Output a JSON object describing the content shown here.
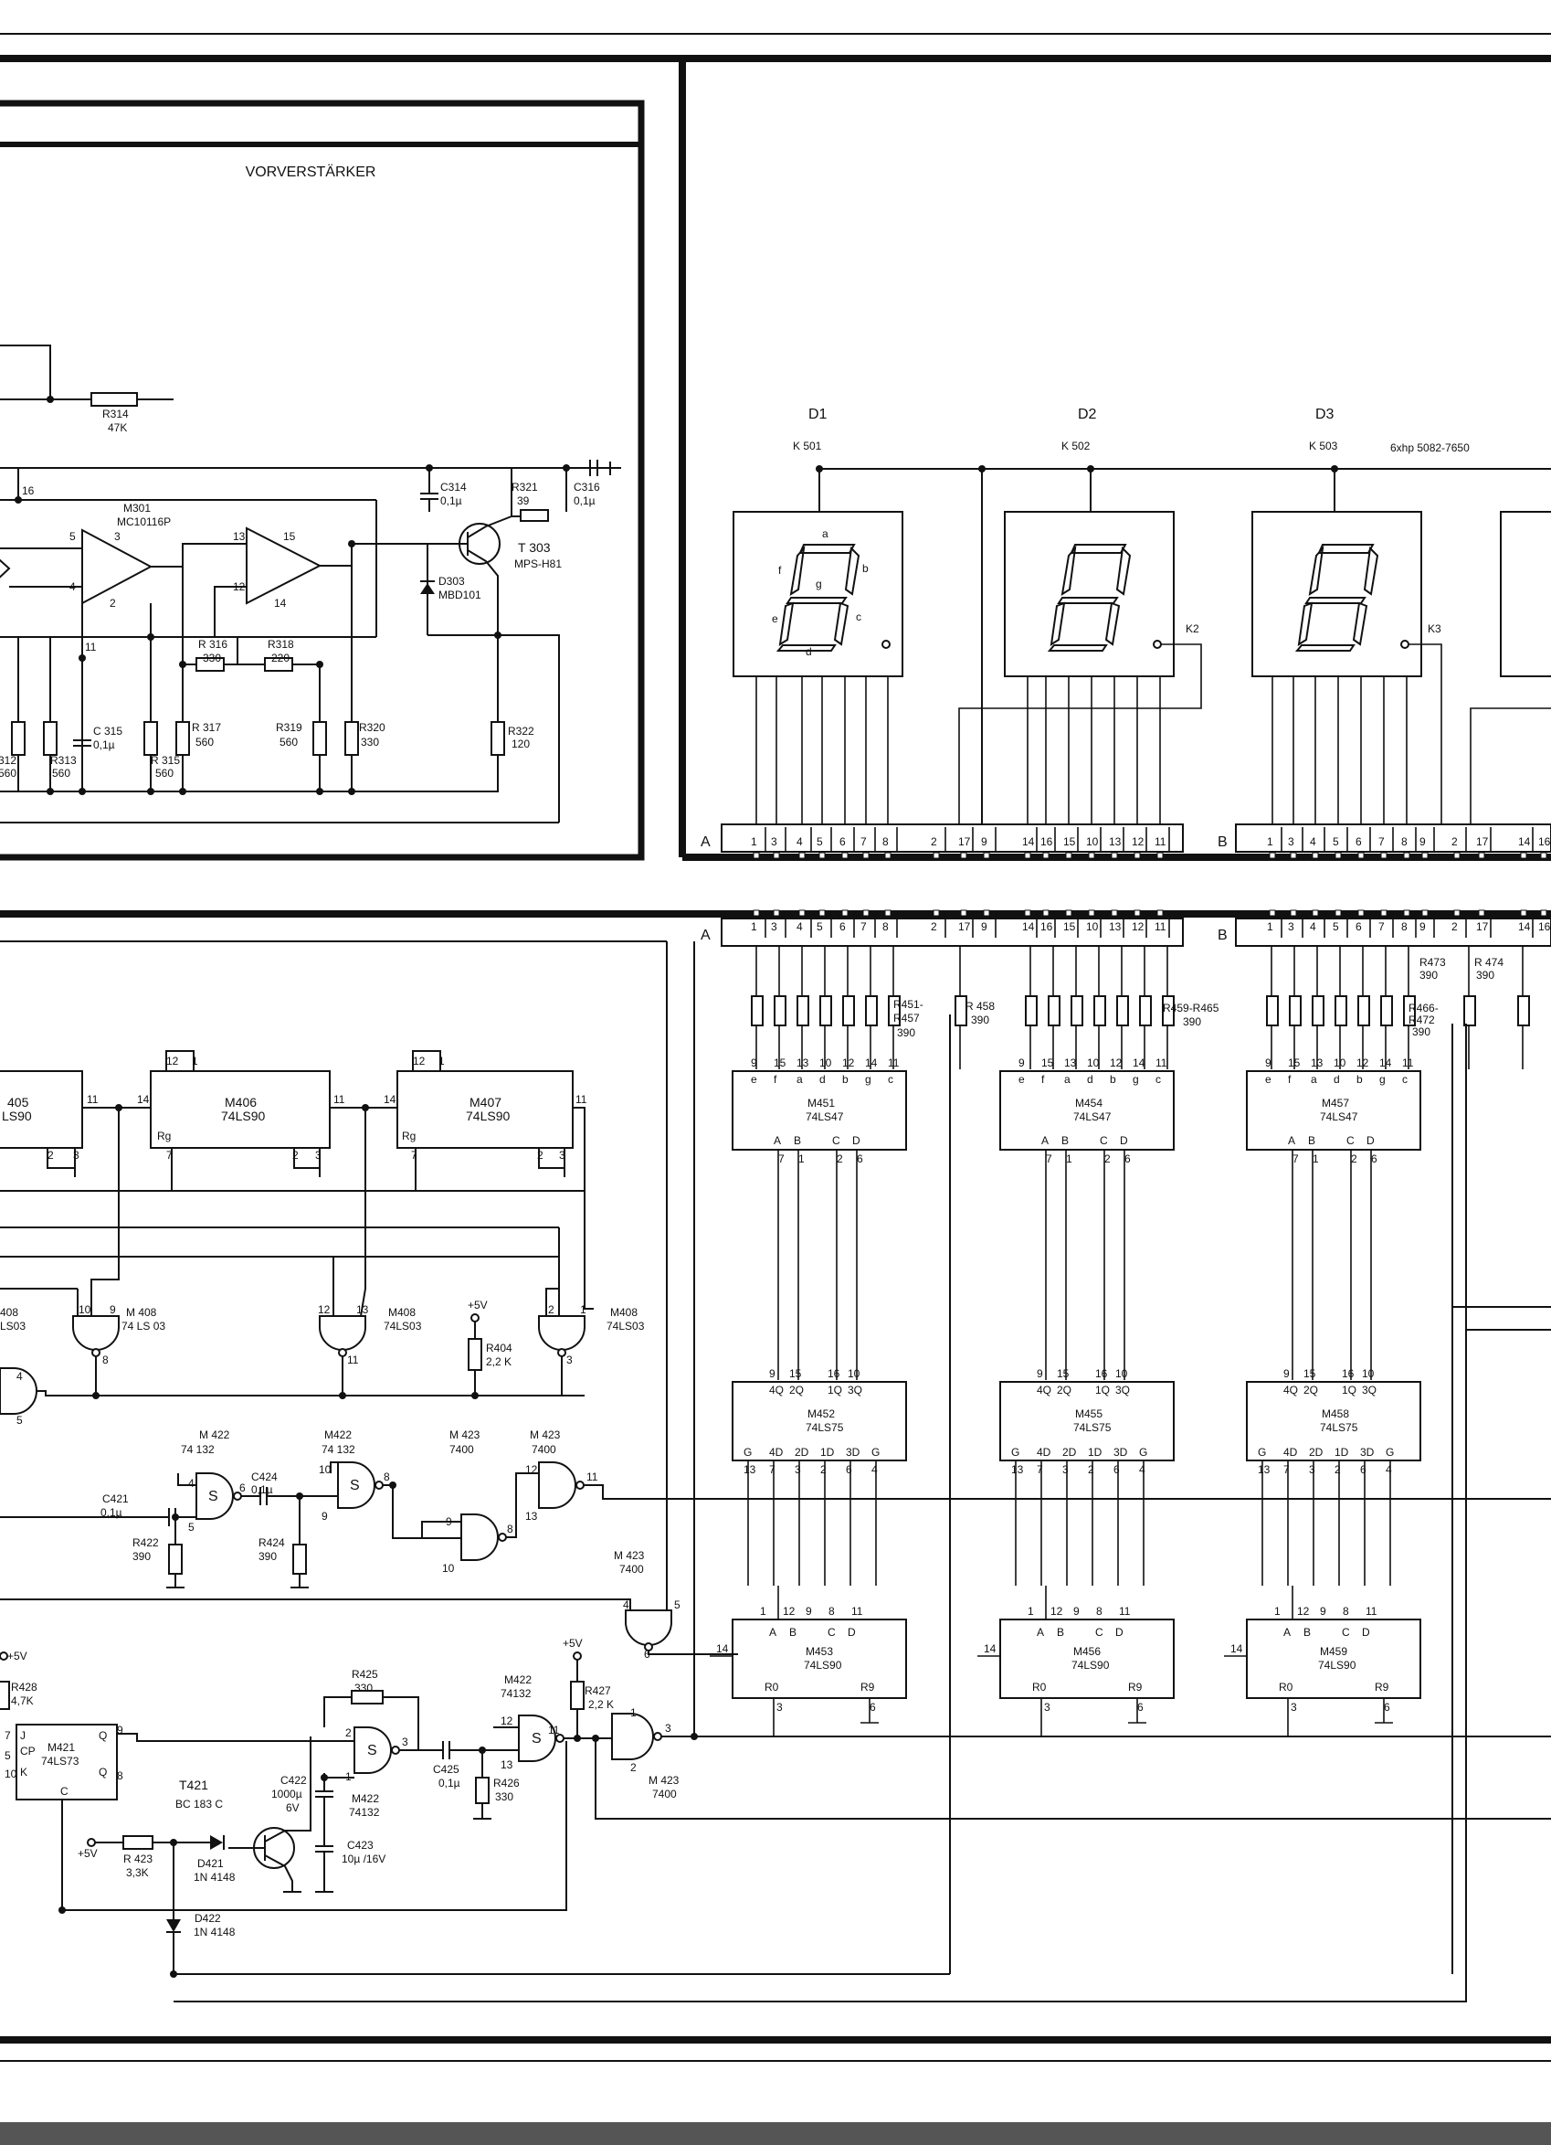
{
  "preamp": {
    "title": "VORVERSTÄRKER",
    "r314": {
      "ref": "R314",
      "val": "47K"
    },
    "m301": {
      "ref": "M301",
      "type": "MC10116P"
    },
    "c314": {
      "ref": "C314",
      "val": "0,1µ"
    },
    "r321": {
      "ref": "R321",
      "val": "39"
    },
    "c316": {
      "ref": "C316",
      "val": "0,1µ"
    },
    "t303": {
      "ref": "T 303",
      "type": "MPS-H81"
    },
    "d303": {
      "ref": "D303",
      "type": "MBD101"
    },
    "r316": {
      "ref": "R 316",
      "val": "330"
    },
    "r318": {
      "ref": "R318",
      "val": "220"
    },
    "c315": {
      "ref": "C 315",
      "val": "0,1µ"
    },
    "r317": {
      "ref": "R 317",
      "val": "560"
    },
    "r319": {
      "ref": "R319",
      "val": "560"
    },
    "r320": {
      "ref": "R320",
      "val": "330"
    },
    "r322": {
      "ref": "R322",
      "val": "120"
    },
    "r313": {
      "ref": "R313",
      "val": "560"
    },
    "r315": {
      "ref": "R 315",
      "val": "560"
    },
    "r312": {
      "ref": "312",
      "val": "560"
    }
  },
  "display": {
    "digits": [
      {
        "label": "D1",
        "conn": "K 501"
      },
      {
        "label": "D2",
        "conn": "K 502"
      },
      {
        "label": "D3",
        "conn": "K 503"
      }
    ],
    "part_note": "6xhp 5082-7650",
    "k2": "K2",
    "k3": "K3",
    "seg_letters": {
      "a": "a",
      "b": "b",
      "c": "c",
      "d": "d",
      "e": "e",
      "f": "f",
      "g": "g"
    }
  },
  "connector": {
    "a_label": "A",
    "b_label": "B",
    "a_pins": [
      "1",
      "3",
      "4",
      "5",
      "6",
      "7",
      "8",
      "2",
      "17",
      "9",
      "14",
      "16",
      "15",
      "10",
      "13",
      "12",
      "11"
    ],
    "b_pins": [
      "1",
      "3",
      "4",
      "5",
      "6",
      "7",
      "8",
      "9",
      "2",
      "17",
      "14",
      "16"
    ]
  },
  "resistors": {
    "r451": {
      "ref": "R451-",
      "ref2": "R457",
      "val": "390"
    },
    "r458": {
      "ref": "R 458",
      "val": "390"
    },
    "r459": {
      "ref": "R459-R465",
      "val": "390"
    },
    "r466": {
      "ref": "R466-",
      "ref2": "R472",
      "val": "390"
    },
    "r473": {
      "ref": "R473",
      "val": "390"
    },
    "r474": {
      "ref": "R 474",
      "val": "390"
    }
  },
  "decoders": [
    {
      "ref": "M451",
      "type": "74LS47"
    },
    {
      "ref": "M454",
      "type": "74LS47"
    },
    {
      "ref": "M457",
      "type": "74LS47"
    }
  ],
  "decoder_pins": {
    "top": [
      "9",
      "15",
      "13",
      "10",
      "12",
      "14",
      "11"
    ],
    "letters": [
      "e",
      "f",
      "a",
      "d",
      "b",
      "g",
      "c"
    ],
    "in": [
      "A",
      "B",
      "C",
      "D"
    ],
    "in_nums": [
      "7",
      "1",
      "2",
      "6"
    ]
  },
  "latches": [
    {
      "ref": "M452",
      "type": "74LS75"
    },
    {
      "ref": "M455",
      "type": "74LS75"
    },
    {
      "ref": "M458",
      "type": "74LS75"
    }
  ],
  "latch_pins": {
    "top_nums": [
      "9",
      "15",
      "16",
      "10"
    ],
    "top": [
      "4Q",
      "2Q",
      "1Q",
      "3Q"
    ],
    "bot": [
      "G",
      "4D",
      "2D",
      "1D",
      "3D",
      "G"
    ],
    "bot_nums": [
      "13",
      "7",
      "3",
      "2",
      "6",
      "4"
    ]
  },
  "counters": [
    {
      "ref": "M453",
      "type": "74LS90"
    },
    {
      "ref": "M456",
      "type": "74LS90"
    },
    {
      "ref": "M459",
      "type": "74LS90"
    }
  ],
  "counter_pins": {
    "top_nums": [
      "1",
      "12",
      "9",
      "8",
      "11"
    ],
    "top": [
      "A",
      "B",
      "C",
      "D"
    ],
    "r0": "R0",
    "r9": "R9",
    "clk": "14",
    "n3": "3",
    "n6": "6"
  },
  "dividers": [
    {
      "ref": "405",
      "type": "LS90"
    },
    {
      "ref": "M406",
      "type": "74LS90"
    },
    {
      "ref": "M407",
      "type": "74LS90"
    }
  ],
  "div_pins": {
    "rg": "Rg",
    "n11": "11",
    "n14": "14",
    "n12": "12",
    "n1": "1",
    "n7": "7",
    "n2": "2",
    "n3": "3"
  },
  "gates": {
    "m408a": {
      "ref": "408",
      "type": "LS03"
    },
    "m408b": {
      "ref": "M 408",
      "type": "74 LS 03"
    },
    "m408c": {
      "ref": "M408",
      "type": "74LS03"
    },
    "m408d": {
      "ref": "M408",
      "type": "74LS03"
    },
    "r404": {
      "ref": "R404",
      "val": "2,2 K"
    },
    "plus5v": "+5V",
    "m422a": {
      "ref": "M 422",
      "type": "74 132"
    },
    "m422b": {
      "ref": "M422",
      "type": "74 132"
    },
    "m423a": {
      "ref": "M 423",
      "type": "7400"
    },
    "m423b": {
      "ref": "M 423",
      "type": "7400"
    },
    "m423c": {
      "ref": "M 423",
      "type": "7400"
    },
    "c421": {
      "ref": "C421",
      "val": "0,1µ"
    },
    "r422": {
      "ref": "R422",
      "val": "390"
    },
    "c424": {
      "ref": "C424",
      "val": "0,1µ"
    },
    "r424": {
      "ref": "R424",
      "val": "390"
    },
    "s": "S"
  },
  "timer": {
    "r428": {
      "ref": "R428",
      "val": "4,7K"
    },
    "m421": {
      "ref": "M421",
      "type": "74LS73"
    },
    "t421": {
      "ref": "T421",
      "type": "BC 183 C"
    },
    "r425": {
      "ref": "R425",
      "val": "330"
    },
    "m422c": {
      "ref": "M422",
      "type": "74132"
    },
    "m422d": {
      "ref": "M422",
      "type": "74132"
    },
    "c422": {
      "ref": "C422",
      "val": "1000µ",
      "v": "6V"
    },
    "c423": {
      "ref": "C423",
      "val": "10µ /16V"
    },
    "c425": {
      "ref": "C425",
      "val": "0,1µ"
    },
    "r426": {
      "ref": "R426",
      "val": "330"
    },
    "r427": {
      "ref": "R427",
      "val": "2,2 K"
    },
    "m423d": {
      "ref": "M 423",
      "type": "7400"
    },
    "r423": {
      "ref": "R 423",
      "val": "3,3K"
    },
    "d421": {
      "ref": "D421",
      "type": "1N 4148"
    },
    "d422": {
      "ref": "D422",
      "type": "1N 4148"
    },
    "plus5v": "+5V",
    "jk": [
      "J",
      "CP",
      "K",
      "Q",
      "Q"
    ]
  }
}
